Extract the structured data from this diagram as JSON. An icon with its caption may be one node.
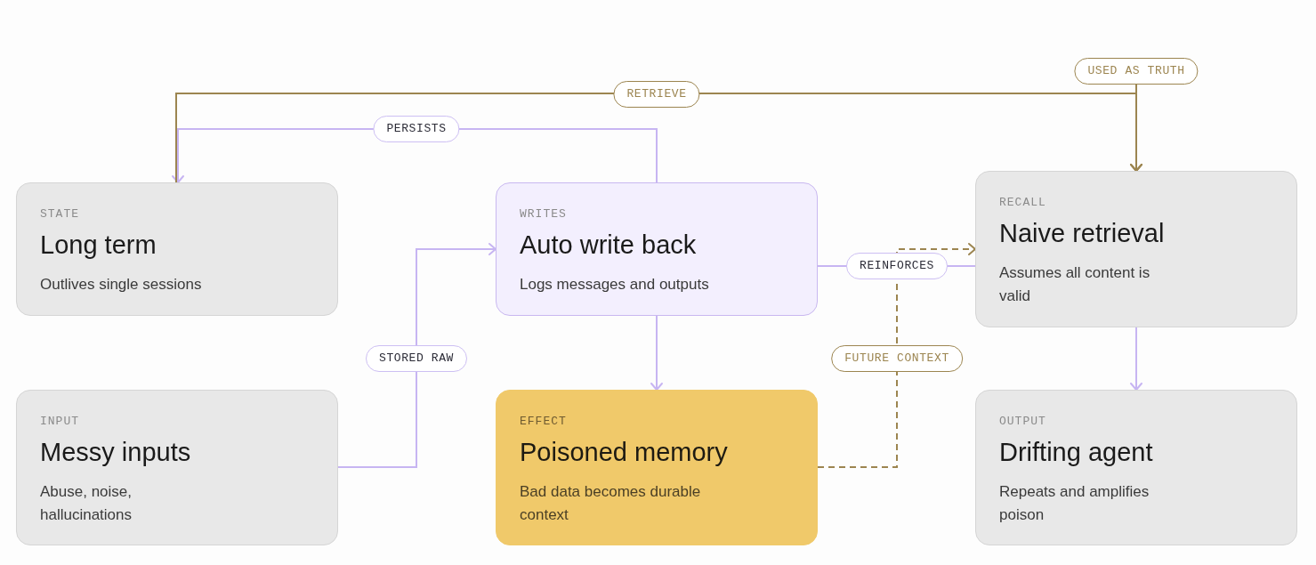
{
  "diagram": {
    "nodes": [
      {
        "text": [
          "STATE",
          "Long term",
          "Outlives single sessions"
        ]
      },
      {
        "text": [
          "WRITES",
          "Auto write back",
          "Logs messages and outputs"
        ]
      },
      {
        "text": [
          "RECALL",
          "Naive retrieval",
          "Assumes all content is valid"
        ]
      },
      {
        "text": [
          "INPUT",
          "Messy inputs",
          "Abuse, noise, hallucinations"
        ]
      },
      {
        "text": [
          "EFFECT",
          "Poisoned memory",
          "Bad data becomes durable context"
        ]
      },
      {
        "text": [
          "OUTPUT",
          "Drifting agent",
          "Repeats and amplifies poison"
        ]
      }
    ],
    "edges": [
      {
        "from": 3,
        "to": 1,
        "arrow": "to",
        "label": "STORED RAW"
      },
      {
        "from": 1,
        "to": 0,
        "arrow": "to",
        "label": "PERSISTS"
      },
      {
        "from": 0,
        "to": 2,
        "arrow": "to",
        "label": "RETRIEVE",
        "color": "#9c8550"
      },
      {
        "from": null,
        "to": 2,
        "arrow": "to",
        "label": "USED AS TRUTH",
        "color": "#9c8550"
      },
      {
        "from": 1,
        "to": 2,
        "arrow": "none",
        "label": "REINFORCES"
      },
      {
        "from": 4,
        "to": 2,
        "arrow": "to",
        "label": "FUTURE CONTEXT",
        "style": "dashed",
        "color": "#9c8550"
      },
      {
        "from": 1,
        "to": 4,
        "arrow": "to"
      },
      {
        "from": 2,
        "to": 5,
        "arrow": "to"
      }
    ]
  }
}
